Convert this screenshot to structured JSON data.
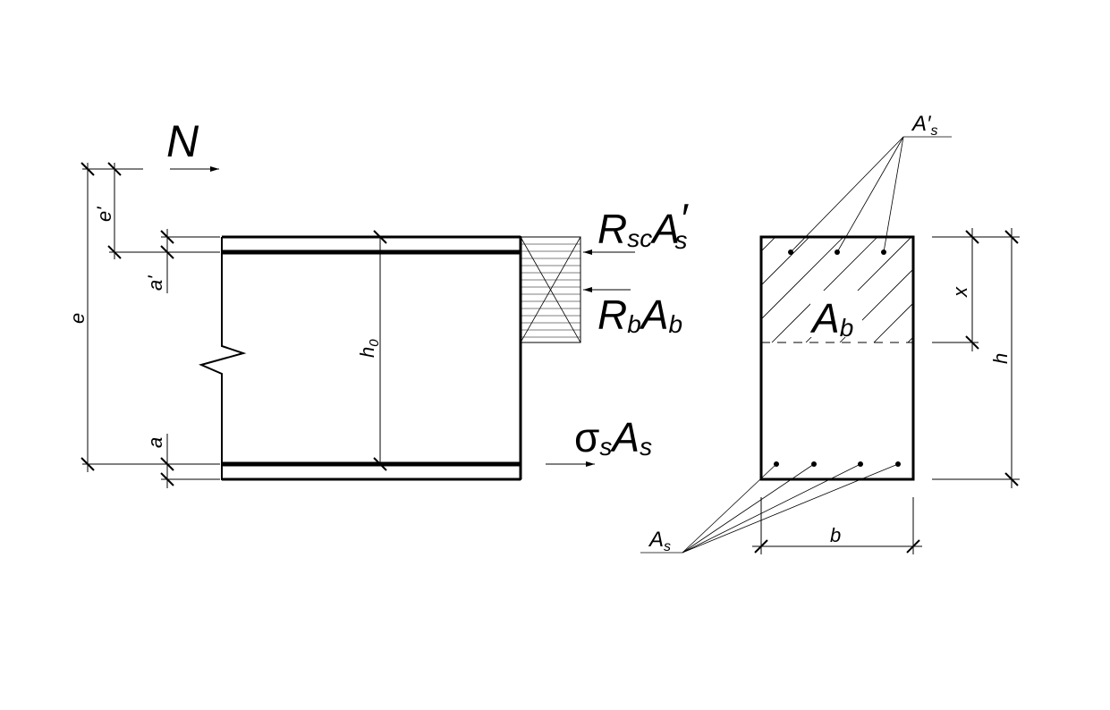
{
  "labels": {
    "N": "N",
    "e_prime": "e'",
    "a_prime": "a'",
    "e": "e",
    "a": "a",
    "h0_main": "h",
    "h0_sub": "0",
    "rsc_R": "R",
    "rsc_sub": "sc",
    "rsc_A": "A",
    "rsc_prime": "′",
    "rsc_sub2": "s",
    "rb_R": "R",
    "rb_sub": "b",
    "rb_A": "A",
    "rb_sub2": "b",
    "sigma": "σ",
    "sigma_sub": "s",
    "sigma_A": "A",
    "sigma_sub2": "s",
    "As_prime_main": "A′",
    "As_prime_sub": "s",
    "Ab_main": "A",
    "Ab_sub": "b",
    "x": "x",
    "h": "h",
    "As_main": "A",
    "As_sub": "s",
    "b": "b"
  },
  "reinforcement": {
    "top_bar_count": 3,
    "bottom_bar_count": 4
  }
}
